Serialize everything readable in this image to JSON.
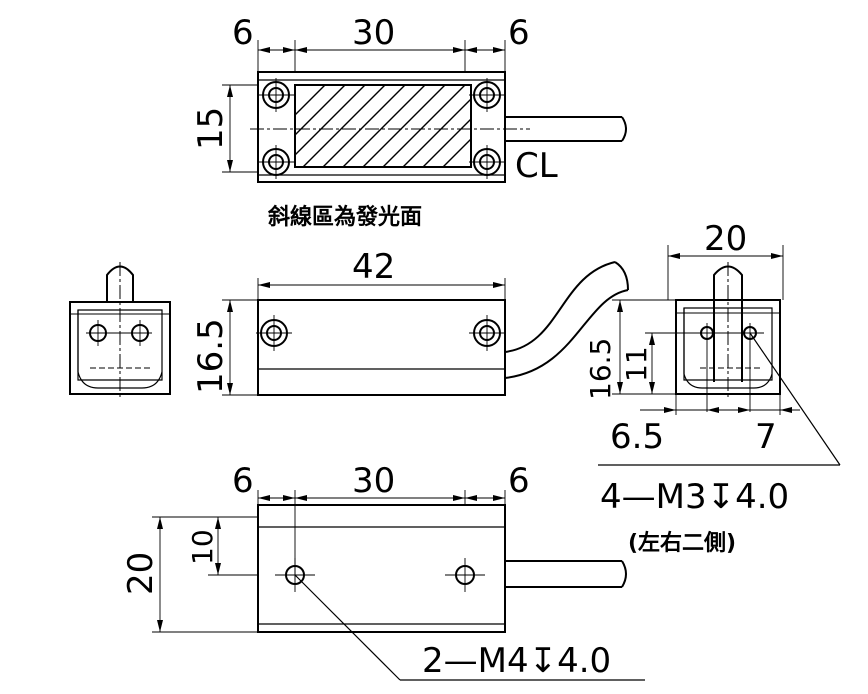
{
  "top_view": {
    "dim_left": "6",
    "dim_middle": "30",
    "dim_right": "6",
    "dim_height": "15",
    "centerline_label": "CL",
    "caption": "斜線區為發光面"
  },
  "front_view": {
    "dim_length": "42",
    "dim_height": "16.5"
  },
  "side_view": {
    "dim_width": "20",
    "dim_height": "16.5",
    "dim_hole_height": "11",
    "dim_left_offset": "6.5",
    "dim_right_offset": "7",
    "thread_callout": "4—M3↧4.0",
    "thread_note": "(左右二側)"
  },
  "bottom_view": {
    "dim_left": "6",
    "dim_middle": "30",
    "dim_right": "6",
    "dim_height": "20",
    "dim_hole_height": "10",
    "thread_callout": "2—M4↧4.0"
  }
}
